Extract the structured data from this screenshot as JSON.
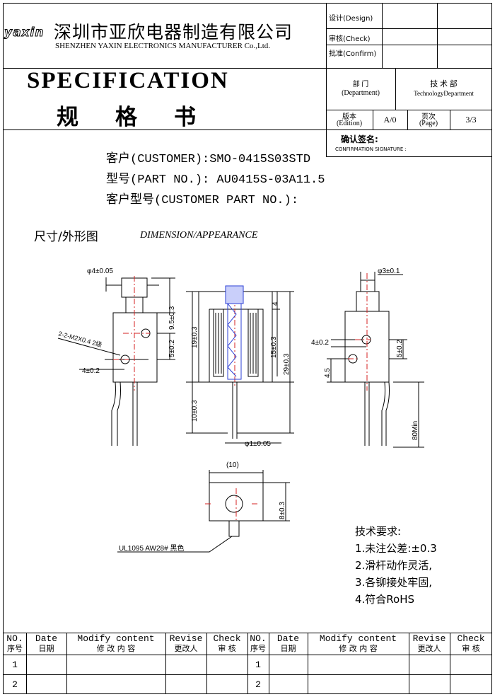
{
  "header": {
    "logo": "yaxin",
    "company_cn": "深圳市亚欣电器制造有限公司",
    "company_en": "SHENZHEN YAXIN ELECTRONICS MANUFACTURER Co.,Ltd.",
    "design": "设计(Design)",
    "check": "审核(Check)",
    "confirm": "批准(Confirm)",
    "department_cn": "部  门",
    "department_en": "(Department)",
    "department_value_cn": "技 术 部",
    "department_value_en": "TechnologyDepartment",
    "edition_cn": "版本",
    "edition_en": "(Edition)",
    "edition_value": "A/0",
    "page_cn": "页次",
    "page_en": "(Page)",
    "page_value": "3/3",
    "confirm_sign_cn": "确认签名:",
    "confirm_sign_en": "CONFIRMATION SIGNATURE :"
  },
  "title": {
    "main": "SPECIFICATION",
    "sub": "规格书"
  },
  "info": {
    "customer": "客户(CUSTOMER):SMO-0415S03STD",
    "part_no": "型号(PART NO.):  AU0415S-03A11.5",
    "customer_part_no": "客户型号(CUSTOMER PART NO.):"
  },
  "dimension": {
    "title_cn": "尺寸/外形图",
    "title_en": "DIMENSION/APPEARANCE",
    "labels": {
      "d1": "φ4±0.05",
      "d2": "9.5±0.3",
      "d3": "2-2-M2X0.4 2级",
      "d4": "5±0.2",
      "d5": "4±0.2",
      "d6": "4",
      "d7": "19±0.3",
      "d8": "15±0.3",
      "d9": "29±0.3",
      "d10": "10±0.3",
      "d11": "φ1±0.05",
      "d12": "φ3±0.1",
      "d13": "4±0.2",
      "d14": "5±0.2",
      "d15": "4.5",
      "d16": "80Min",
      "d17": "(10)",
      "d18": "8±0.3",
      "d19": "UL1095 AW28# 黑色"
    }
  },
  "requirements": {
    "title": "技术要求:",
    "items": [
      "1.未注公差:±0.3",
      "2.滑杆动作灵活,",
      "3.各铆接处牢固,",
      "4.符合RoHS"
    ]
  },
  "revision": {
    "headers_en": [
      "NO.",
      "Date",
      "Modify content",
      "Revise",
      "Check",
      "NO.",
      "Date",
      "Modify content",
      "Revise",
      "Check"
    ],
    "headers_cn": [
      "序号",
      "日期",
      "修 改 内 容",
      "更改人",
      "审 核",
      "序号",
      "日期",
      "修 改 内 容",
      "更改人",
      "审 核"
    ],
    "rows_left": [
      "1",
      "2"
    ],
    "rows_right": [
      "1",
      "2"
    ]
  },
  "colors": {
    "plunger": "#2b3fd4",
    "centerline": "#d42020"
  }
}
